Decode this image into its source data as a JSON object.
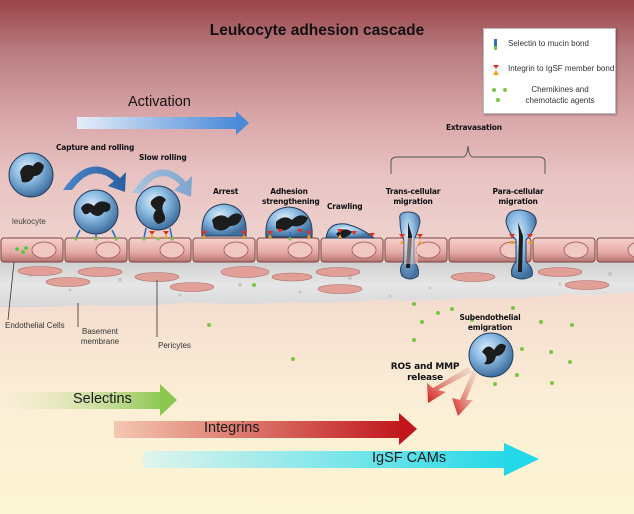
{
  "title": "Leukocyte adhesion cascade",
  "legend": {
    "items": [
      {
        "icon": "selectin-mucin-bond-icon",
        "label": "Selectin to mucin bond"
      },
      {
        "icon": "integrin-igsf-bond-icon",
        "label": "Integrin to IgSF member bond"
      },
      {
        "icon": "chemokine-dots-icon",
        "label_line1": "Chemikines and",
        "label_line2": "chemotactic agents"
      }
    ]
  },
  "activation_label": "Activation",
  "stages": {
    "capture": "Capture and rolling",
    "slow_rolling": "Slow rolling",
    "arrest": "Arrest",
    "adhesion_line1": "Adhesion",
    "adhesion_line2": "strengthening",
    "crawling": "Crawling",
    "extravasation": "Extravasation",
    "transcellular_line1": "Trans-cellular",
    "transcellular_line2": "migration",
    "paracellular_line1": "Para-cellular",
    "paracellular_line2": "migration",
    "subendothelial_line1": "Subendothelial",
    "subendothelial_line2": "emigration",
    "ros_line1": "ROS and MMP",
    "ros_line2": "release"
  },
  "anatomy": {
    "leukocyte": "leukocyte",
    "endothelial": "Endothelial Cells",
    "basement_line1": "Basement",
    "basement_line2": "membrane",
    "pericytes": "Pericytes"
  },
  "molecule_arrows": [
    {
      "label": "Selectins",
      "color": "#8cc850"
    },
    {
      "label": "Integrins",
      "color": "#c0161c"
    },
    {
      "label": "IgSF CAMs",
      "color": "#22d8e8"
    }
  ],
  "colors": {
    "cell_blue": "#6fa6d8",
    "endothelium": "#e8b0ac",
    "chemokine_green": "#7cc444",
    "selectin_blue": "#2f6fc0",
    "integrin_red": "#e03020",
    "integrin_orange": "#f0a020"
  }
}
